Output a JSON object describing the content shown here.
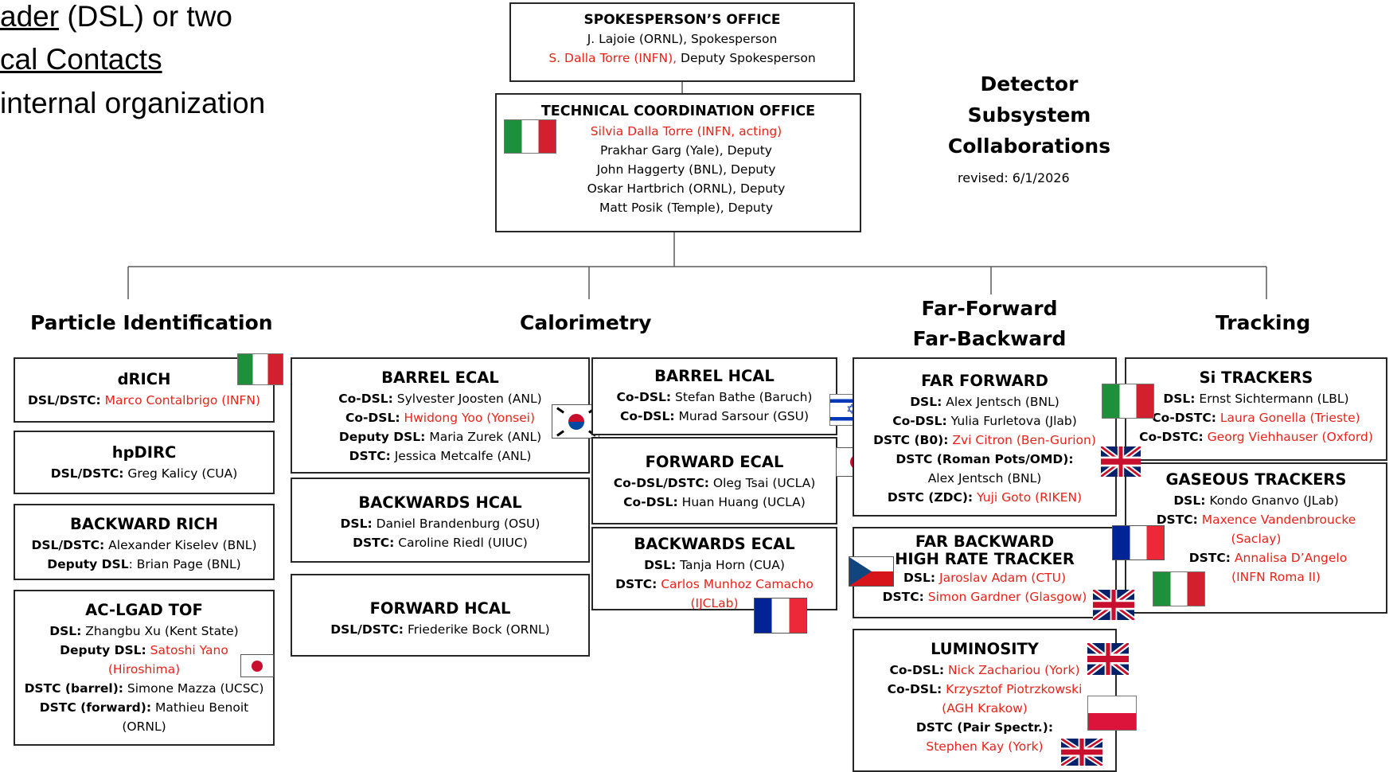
{
  "intro": {
    "line1_link": "ader",
    "line1_rest": " (DSL) or two",
    "line2_link": "cal Contacts",
    "line3": "internal organization"
  },
  "header": {
    "title_lines": [
      "Detector",
      "Subsystem",
      "Collaborations"
    ],
    "revised": "revised: 6/1/2026"
  },
  "spokes": {
    "title": "SPOKESPERSON’S OFFICE",
    "line1": "J. Lajoie (ORNL), Spokesperson",
    "line2_red": "S. Dalla Torre (INFN),",
    "line2_rest": " Deputy Spokesperson"
  },
  "tco": {
    "title": "TECHNICAL COORDINATION OFFICE",
    "line1_red": "Silvia Dalla Torre (INFN, acting)",
    "deputies": [
      "Prakhar Garg (Yale), Deputy",
      "John Haggerty (BNL), Deputy",
      "Oskar Hartbrich (ORNL), Deputy",
      "Matt Posik (Temple), Deputy"
    ]
  },
  "categories": {
    "pid": "Particle Identification",
    "calo": "Calorimetry",
    "ff1": "Far-Forward",
    "ff2": "Far-Backward",
    "trk": "Tracking"
  },
  "drich": {
    "title": "dRICH",
    "l1_label": "DSL/DSTC:",
    "l1_red": " Marco Contalbrigo (INFN)"
  },
  "hpdirc": {
    "title": "hpDIRC",
    "l1_label": "DSL/DSTC:",
    "l1_rest": " Greg Kalicy (CUA)"
  },
  "brich": {
    "title": "BACKWARD RICH",
    "l1_label": "DSL/DSTC:",
    "l1_rest": " Alexander Kiselev (BNL)",
    "l2_label": "Deputy DSL",
    "l2_rest": ": Brian Page (BNL)"
  },
  "tof": {
    "title": "AC-LGAD TOF",
    "l1_label": "DSL:",
    "l1_rest": " Zhangbu Xu (Kent State)",
    "l2_label": "Deputy DSL:",
    "l2_red": " Satoshi Yano",
    "l3_red": "(Hiroshima)",
    "l4_label": "DSTC (barrel):",
    "l4_rest": " Simone Mazza (UCSC)",
    "l5_label": "DSTC (forward):",
    "l5_rest": " Mathieu Benoit",
    "l6": "(ORNL)"
  },
  "becal": {
    "title": "BARREL ECAL",
    "l1_label": "Co-DSL:",
    "l1_rest": " Sylvester Joosten (ANL)",
    "l2_label": "Co-DSL:",
    "l2_red": " Hwidong Yoo (Yonsei)",
    "l3_label": "Deputy DSL:",
    "l3_rest": " Maria Zurek (ANL)",
    "l4_label": "DSTC:",
    "l4_rest": " Jessica Metcalfe (ANL)"
  },
  "bkhcal": {
    "title": "BACKWARDS HCAL",
    "l1_label": "DSL:",
    "l1_rest": " Daniel Brandenburg (OSU)",
    "l2_label": "DSTC:",
    "l2_rest": " Caroline Riedl (UIUC)"
  },
  "fhcal": {
    "title": "FORWARD HCAL",
    "l1_label": "DSL/DSTC:",
    "l1_rest": " Friederike Bock (ORNL)"
  },
  "bhcal": {
    "title": "BARREL HCAL",
    "l1_label": "Co-DSL:",
    "l1_rest": " Stefan Bathe (Baruch)",
    "l2_label": "Co-DSL:",
    "l2_rest": " Murad Sarsour (GSU)"
  },
  "fecal": {
    "title": "FORWARD ECAL",
    "l1_label": "Co-DSL/DSTC:",
    "l1_rest": " Oleg Tsai (UCLA)",
    "l2_label": "Co-DSL:",
    "l2_rest": " Huan Huang (UCLA)"
  },
  "bkecal": {
    "title": "BACKWARDS ECAL",
    "l1_label": "DSL:",
    "l1_rest": " Tanja Horn (CUA)",
    "l2_label": "DSTC:",
    "l2_red": " Carlos Munhoz Camacho",
    "l3_red": "(IJCLab)"
  },
  "ffwd": {
    "title": "FAR FORWARD",
    "l1_label": "DSL:",
    "l1_rest": " Alex Jentsch (BNL)",
    "l2_label": "Co-DSL:",
    "l2_rest": " Yulia Furletova (Jlab)",
    "l3_label": "DSTC (B0):",
    "l3_red": " Zvi Citron (Ben-Gurion)",
    "l4_label": "DSTC (Roman Pots/OMD):",
    "l5": "Alex Jentsch (BNL)",
    "l6_label": "DSTC (ZDC):",
    "l6_red": " Yuji Goto (RIKEN)"
  },
  "fbwd": {
    "title1": "FAR BACKWARD",
    "title2": "HIGH RATE TRACKER",
    "l1_label": "DSL:",
    "l1_red": " Jaroslav Adam (CTU)",
    "l2_label": "DSTC:",
    "l2_red": " Simon Gardner (Glasgow)"
  },
  "lumi": {
    "title": "LUMINOSITY",
    "l1_label": "Co-DSL:",
    "l1_red": " Nick Zachariou (York)",
    "l2_label": "Co-DSL:",
    "l2_red": " Krzysztof Piotrzkowski",
    "l3_red": "(AGH Krakow)",
    "l4_label": "DSTC (Pair Spectr.):",
    "l5_red": "Stephen Kay (York)"
  },
  "si": {
    "title": "Si TRACKERS",
    "l1_label": "DSL:",
    "l1_rest": " Ernst Sichtermann (LBL)",
    "l2_label": "Co-DSTC:",
    "l2_red": " Laura Gonella (Trieste)",
    "l3_label": "Co-DSTC:",
    "l3_red": " Georg Viehhauser (Oxford)"
  },
  "gas": {
    "title": "GASEOUS TRACKERS",
    "l1_label": "DSL:",
    "l1_rest": " Kondo Gnanvo (JLab)",
    "l2_label": "DSTC:",
    "l2_red": " Maxence Vandenbroucke",
    "l3_red": "(Saclay)",
    "l4_label": "DSTC:",
    "l4_red": " Annalisa D’Angelo",
    "l5_red": "(INFN Roma II)"
  },
  "colors": {
    "red": "#e8231a",
    "border": "#262626",
    "line": "#555555"
  }
}
